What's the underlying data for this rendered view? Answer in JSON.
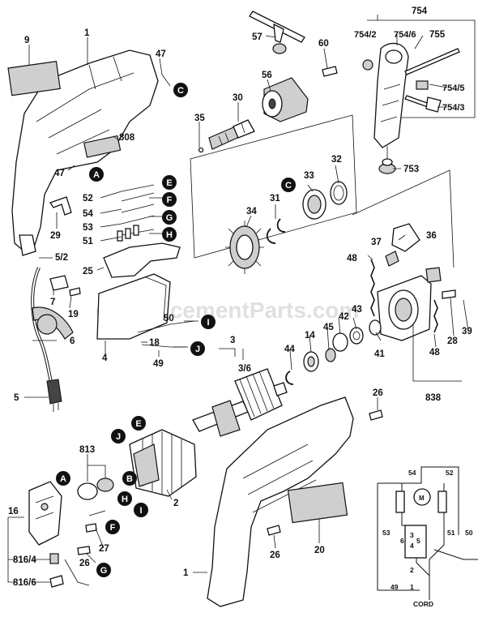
{
  "watermark": "eReplacementParts.com",
  "callouts": {
    "A": "A",
    "B": "B",
    "C": "C",
    "E": "E",
    "F": "F",
    "G": "G",
    "H": "H",
    "I": "I",
    "J": "J"
  },
  "labels": {
    "p9": "9",
    "p1_top": "1",
    "p47_top": "47",
    "p808": "808",
    "p47_left": "47",
    "p29": "29",
    "p5_2": "5/2",
    "p7": "7",
    "p19": "19",
    "p6": "6",
    "p5": "5",
    "p52": "52",
    "p54": "54",
    "p53": "53",
    "p51": "51",
    "p25": "25",
    "p4": "4",
    "p18": "18",
    "p49": "49",
    "p50": "50",
    "p57": "57",
    "p60": "60",
    "p56": "56",
    "p30": "30",
    "p35": "35",
    "p33": "33",
    "p32": "32",
    "p31": "31",
    "p34": "34",
    "p754": "754",
    "p754_2": "754/2",
    "p754_6": "754/6",
    "p755": "755",
    "p754_5": "754/5",
    "p754_3": "754/3",
    "p753": "753",
    "p36": "36",
    "p37": "37",
    "p48_top": "48",
    "p43": "43",
    "p42": "42",
    "p45": "45",
    "p14": "14",
    "p44": "44",
    "p41": "41",
    "p48_bot": "48",
    "p28": "28",
    "p39": "39",
    "p838": "838",
    "p3": "3",
    "p3_6": "3/6",
    "p26_right": "26",
    "p813": "813",
    "p2": "2",
    "p20": "20",
    "p26_mid": "26",
    "p1_bot": "1",
    "p16": "16",
    "p816_4": "816/4",
    "p816_6": "816/6",
    "p27": "27",
    "p26_left": "26"
  },
  "schematic": {
    "n54": "54",
    "n52": "52",
    "n53": "53",
    "n51": "51",
    "n50": "50",
    "n49": "49",
    "n6": "6",
    "n4": "4",
    "n3": "3",
    "n5": "5",
    "n2": "2",
    "n1": "1",
    "motor": "M",
    "cord": "CORD"
  }
}
